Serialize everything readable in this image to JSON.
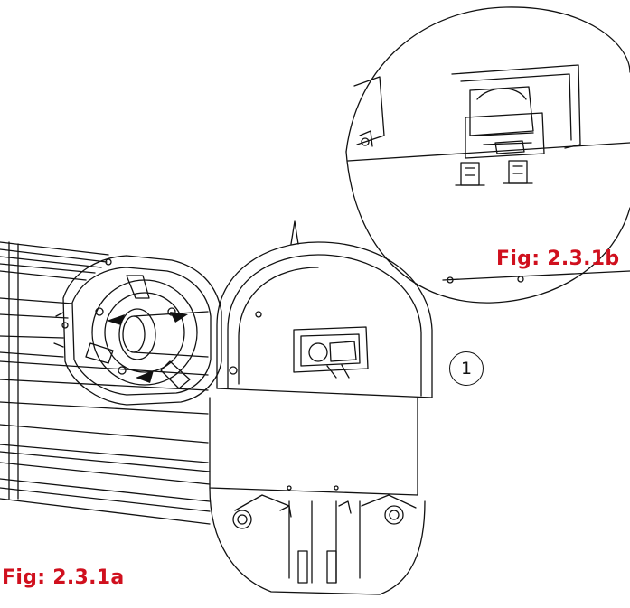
{
  "figures": {
    "main_label": "Fig: 2.3.1a",
    "detail_label": "Fig: 2.3.1b"
  },
  "callouts": [
    {
      "number": "1"
    }
  ],
  "colors": {
    "label_red": "#d0101e",
    "line": "#111111"
  }
}
